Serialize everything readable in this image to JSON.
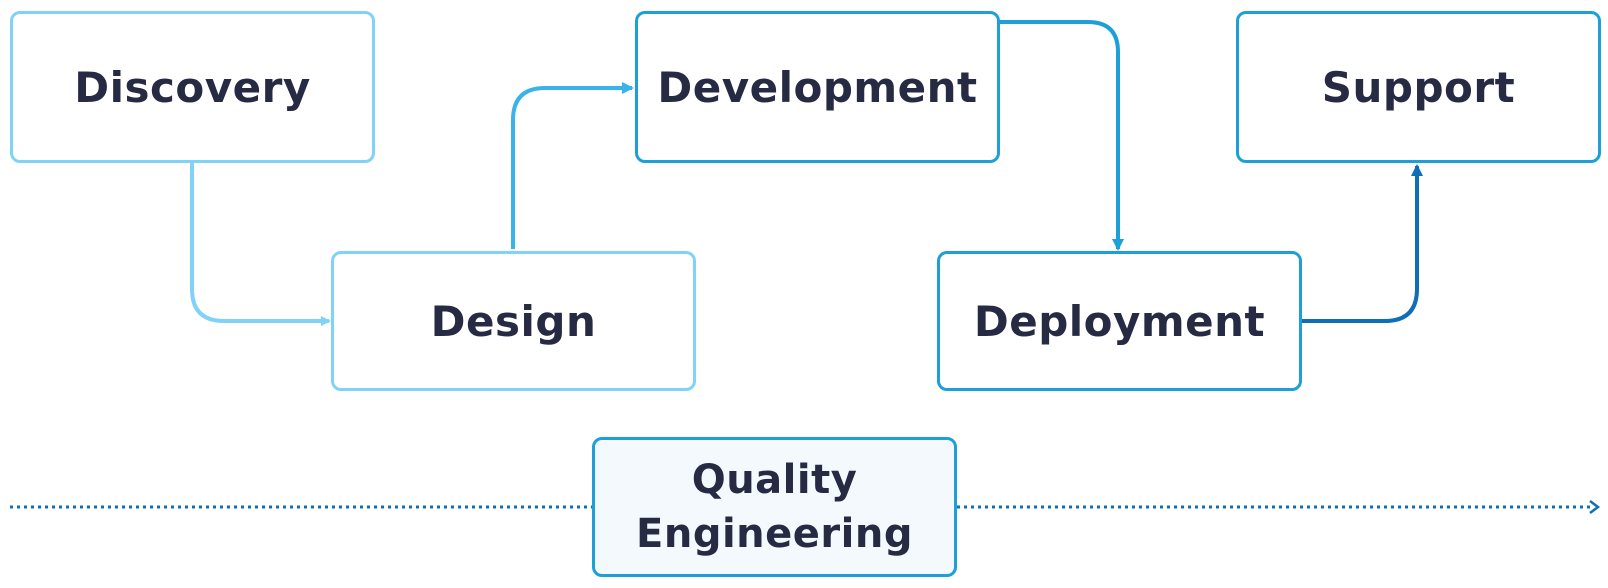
{
  "nodes": {
    "discovery": "Discovery",
    "design": "Design",
    "development": "Development",
    "deployment": "Deployment",
    "support": "Support",
    "quality_line1": "Quality",
    "quality_line2": "Engineering"
  },
  "edges": [
    {
      "from": "Discovery",
      "to": "Design"
    },
    {
      "from": "Design",
      "to": "Development"
    },
    {
      "from": "Development",
      "to": "Deployment"
    },
    {
      "from": "Deployment",
      "to": "Support"
    }
  ],
  "colors": {
    "light_blue": "#80d2f6",
    "mid_blue": "#3ab3ea",
    "blue": "#1da0d8",
    "dark_blue": "#0f6fb6",
    "text": "#262a42",
    "quality_fill": "#f4f9fd"
  }
}
